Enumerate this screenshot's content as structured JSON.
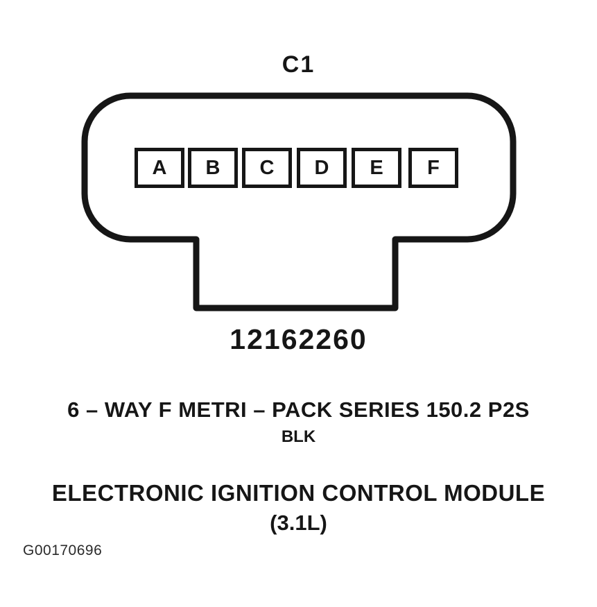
{
  "connector": {
    "label": "C1",
    "pins": [
      "A",
      "B",
      "C",
      "D",
      "E",
      "F"
    ],
    "part_number": "12162260"
  },
  "description": {
    "series_line": "6 – WAY F METRI – PACK SERIES 150.2 P2S",
    "wire_color": "BLK",
    "module_name": "ELECTRONIC IGNITION CONTROL MODULE",
    "engine_size": "(3.1L)"
  },
  "figure_id": "G00170696",
  "colors": {
    "ink": "#161616",
    "background": "#ffffff"
  }
}
